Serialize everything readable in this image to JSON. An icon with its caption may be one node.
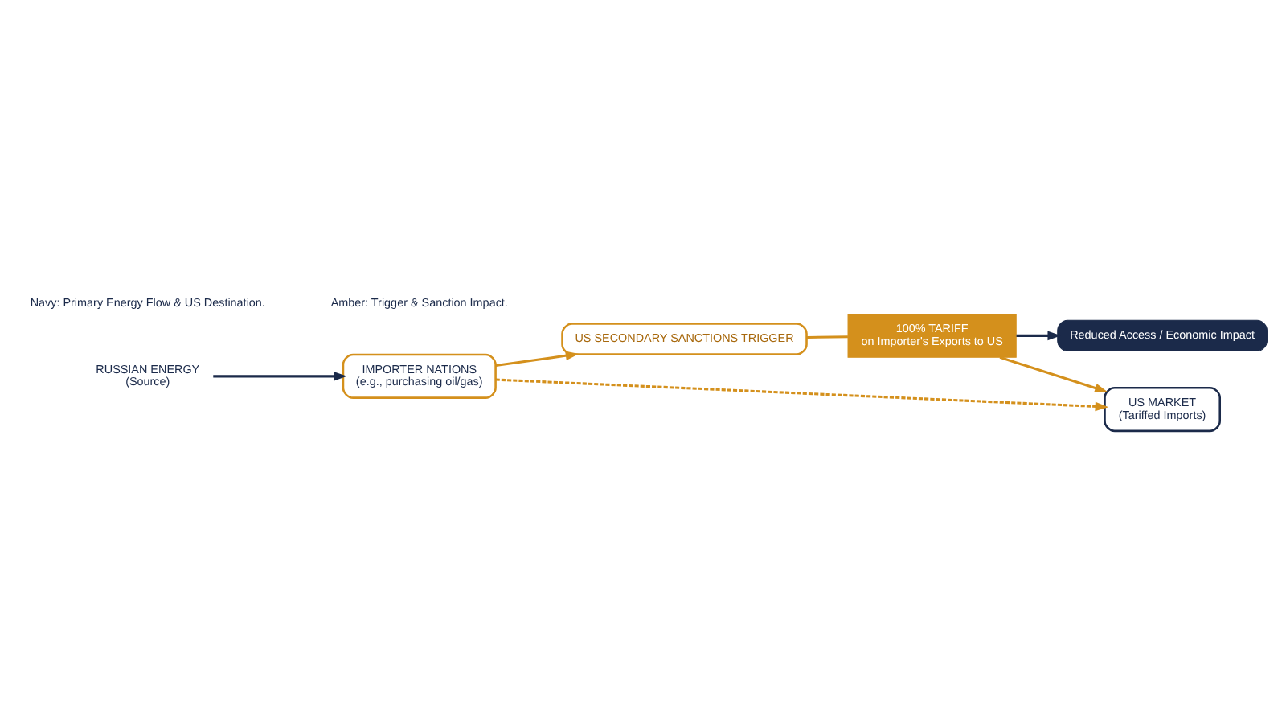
{
  "diagram": {
    "nodes": [
      {
        "text": [
          "RUSSIAN ENERGY",
          "(Source)"
        ]
      },
      {
        "text": [
          "IMPORTER NATIONS",
          "(e.g., purchasing oil/gas)"
        ]
      },
      {
        "text": [
          "US SECONDARY SANCTIONS TRIGGER"
        ]
      },
      {
        "text": [
          "100% TARIFF",
          "on Importer's Exports to US"
        ]
      },
      {
        "text": [
          "US MARKET",
          "(Tariffed Imports)"
        ]
      },
      {
        "text": [
          "Reduced Access / Economic Impact"
        ]
      }
    ],
    "edges": [
      {
        "from": 0,
        "to": 1,
        "arrow": "to",
        "color": "#1b2a4a"
      },
      {
        "from": 1,
        "to": 2,
        "arrow": "to"
      },
      {
        "from": 1,
        "to": 4,
        "arrow": "to",
        "style": "dashed"
      },
      {
        "from": 2,
        "to": 3,
        "arrow": "none"
      },
      {
        "from": 3,
        "to": 4,
        "arrow": "to"
      },
      {
        "from": 3,
        "to": 5,
        "arrow": "to",
        "color": "#1b2a4a"
      }
    ],
    "labels": [
      "Navy: Primary Energy Flow & US Destination.",
      "Amber: Trigger & Sanction Impact."
    ]
  }
}
